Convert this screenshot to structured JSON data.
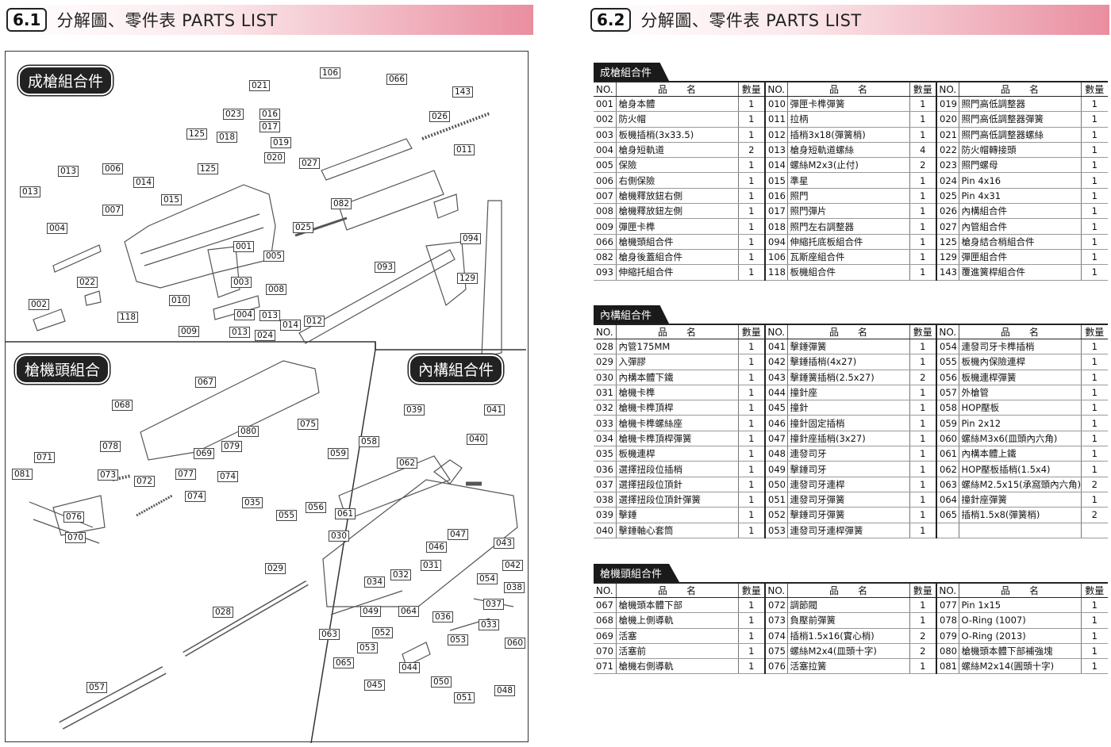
{
  "header_left": {
    "number": "6.1",
    "title": "分解圖、零件表 PARTS LIST"
  },
  "header_right": {
    "number": "6.2",
    "title": "分解圖、零件表 PARTS LIST"
  },
  "diagram": {
    "groups": [
      "成槍組合件",
      "槍機頭組合",
      "內構組合件"
    ],
    "part_labels": [
      "106",
      "066",
      "143",
      "021",
      "016",
      "017",
      "023",
      "026",
      "125",
      "018",
      "019",
      "020",
      "027",
      "011",
      "006",
      "013",
      "014",
      "125",
      "015",
      "007",
      "013",
      "004",
      "082",
      "025",
      "094",
      "001",
      "005",
      "093",
      "022",
      "003",
      "008",
      "129",
      "010",
      "002",
      "118",
      "004",
      "013",
      "014",
      "012",
      "009",
      "013",
      "024",
      "067",
      "068",
      "039",
      "041",
      "080",
      "075",
      "078",
      "079",
      "058",
      "040",
      "071",
      "069",
      "059",
      "062",
      "081",
      "073",
      "072",
      "077",
      "074",
      "074",
      "035",
      "056",
      "055",
      "061",
      "076",
      "070",
      "030",
      "047",
      "043",
      "046",
      "029",
      "031",
      "042",
      "032",
      "054",
      "034",
      "038",
      "037",
      "049",
      "064",
      "036",
      "028",
      "063",
      "052",
      "033",
      "060",
      "053",
      "053",
      "065",
      "044",
      "045",
      "050",
      "048",
      "051",
      "057"
    ]
  },
  "table_headers": {
    "no": "NO.",
    "name": "品　　名",
    "qty": "數量"
  },
  "tables": [
    {
      "title": "成槍組合件",
      "rows": [
        [
          [
            "001",
            "槍身本體",
            "1"
          ],
          [
            "010",
            "彈匣卡榫彈簧",
            "1"
          ],
          [
            "019",
            "照門高低調整器",
            "1"
          ]
        ],
        [
          [
            "002",
            "防火帽",
            "1"
          ],
          [
            "011",
            "拉柄",
            "1"
          ],
          [
            "020",
            "照門高低調整器彈簧",
            "1"
          ]
        ],
        [
          [
            "003",
            "板機插梢(3x33.5)",
            "1"
          ],
          [
            "012",
            "插梢3x18(彈簧梢)",
            "1"
          ],
          [
            "021",
            "照門高低調整器螺絲",
            "1"
          ]
        ],
        [
          [
            "004",
            "槍身短軌道",
            "2"
          ],
          [
            "013",
            "槍身短軌道螺絲",
            "4"
          ],
          [
            "022",
            "防火帽轉接頭",
            "1"
          ]
        ],
        [
          [
            "005",
            "保險",
            "1"
          ],
          [
            "014",
            "螺絲M2x3(止付)",
            "2"
          ],
          [
            "023",
            "照門螺母",
            "1"
          ]
        ],
        [
          [
            "006",
            "右側保險",
            "1"
          ],
          [
            "015",
            "準星",
            "1"
          ],
          [
            "024",
            "Pin 4x16",
            "1"
          ]
        ],
        [
          [
            "007",
            "槍機釋放鈕右側",
            "1"
          ],
          [
            "016",
            "照門",
            "1"
          ],
          [
            "025",
            "Pin 4x31",
            "1"
          ]
        ],
        [
          [
            "008",
            "槍機釋放鈕左側",
            "1"
          ],
          [
            "017",
            "照門彈片",
            "1"
          ],
          [
            "026",
            "內構組合件",
            "1"
          ]
        ],
        [
          [
            "009",
            "彈匣卡榫",
            "1"
          ],
          [
            "018",
            "照門左右調整器",
            "1"
          ],
          [
            "027",
            "內管組合件",
            "1"
          ]
        ],
        [
          [
            "066",
            "槍機頭組合件",
            "1"
          ],
          [
            "094",
            "伸縮托底板組合件",
            "1"
          ],
          [
            "125",
            "槍身結合梢組合件",
            "1"
          ]
        ],
        [
          [
            "082",
            "槍身後蓋組合件",
            "1"
          ],
          [
            "106",
            "瓦斯座組合件",
            "1"
          ],
          [
            "129",
            "彈匣組合件",
            "1"
          ]
        ],
        [
          [
            "093",
            "伸縮托組合件",
            "1"
          ],
          [
            "118",
            "板機組合件",
            "1"
          ],
          [
            "143",
            "覆進簧桿組合件",
            "1"
          ]
        ]
      ]
    },
    {
      "title": "內構組合件",
      "rows": [
        [
          [
            "028",
            "內管175MM",
            "1"
          ],
          [
            "041",
            "擊錘彈簧",
            "1"
          ],
          [
            "054",
            "連發司牙卡榫插梢",
            "1"
          ]
        ],
        [
          [
            "029",
            "入彈膠",
            "1"
          ],
          [
            "042",
            "擊錘插梢(4x27)",
            "1"
          ],
          [
            "055",
            "板機內保險連桿",
            "1"
          ]
        ],
        [
          [
            "030",
            "內構本體下鐵",
            "1"
          ],
          [
            "043",
            "擊錘簧插梢(2.5x27)",
            "2"
          ],
          [
            "056",
            "板機連桿彈簧",
            "1"
          ]
        ],
        [
          [
            "031",
            "槍機卡榫",
            "1"
          ],
          [
            "044",
            "撞針座",
            "1"
          ],
          [
            "057",
            "外槍管",
            "1"
          ]
        ],
        [
          [
            "032",
            "槍機卡榫頂桿",
            "1"
          ],
          [
            "045",
            "撞針",
            "1"
          ],
          [
            "058",
            "HOP壓板",
            "1"
          ]
        ],
        [
          [
            "033",
            "槍機卡榫螺絲座",
            "1"
          ],
          [
            "046",
            "撞針固定插梢",
            "1"
          ],
          [
            "059",
            "Pin 2x12",
            "1"
          ]
        ],
        [
          [
            "034",
            "槍機卡榫頂桿彈簧",
            "1"
          ],
          [
            "047",
            "撞針座插梢(3x27)",
            "1"
          ],
          [
            "060",
            "螺絲M3x6(皿頭內六角)",
            "1"
          ]
        ],
        [
          [
            "035",
            "板機連桿",
            "1"
          ],
          [
            "048",
            "連發司牙",
            "1"
          ],
          [
            "061",
            "內構本體上鐵",
            "1"
          ]
        ],
        [
          [
            "036",
            "選擇扭段位插梢",
            "1"
          ],
          [
            "049",
            "擊錘司牙",
            "1"
          ],
          [
            "062",
            "HOP壓板插梢(1.5x4)",
            "1"
          ]
        ],
        [
          [
            "037",
            "選擇扭段位頂針",
            "1"
          ],
          [
            "050",
            "連發司牙連桿",
            "1"
          ],
          [
            "063",
            "螺絲M2.5x15(承窩頭內六角)",
            "2"
          ]
        ],
        [
          [
            "038",
            "選擇扭段位頂針彈簧",
            "1"
          ],
          [
            "051",
            "連發司牙彈簧",
            "1"
          ],
          [
            "064",
            "撞針座彈簧",
            "1"
          ]
        ],
        [
          [
            "039",
            "擊錘",
            "1"
          ],
          [
            "052",
            "擊錘司牙彈簧",
            "1"
          ],
          [
            "065",
            "插梢1.5x8(彈簧梢)",
            "2"
          ]
        ],
        [
          [
            "040",
            "擊錘軸心套筒",
            "1"
          ],
          [
            "053",
            "連發司牙連桿彈簧",
            "1"
          ],
          [
            "",
            "",
            ""
          ]
        ]
      ]
    },
    {
      "title": "槍機頭組合件",
      "rows": [
        [
          [
            "067",
            "槍機頭本體下部",
            "1"
          ],
          [
            "072",
            "調節閥",
            "1"
          ],
          [
            "077",
            "Pin 1x15",
            "1"
          ]
        ],
        [
          [
            "068",
            "槍機上側導軌",
            "1"
          ],
          [
            "073",
            "負壓前彈簧",
            "1"
          ],
          [
            "078",
            "O-Ring (1007)",
            "1"
          ]
        ],
        [
          [
            "069",
            "活塞",
            "1"
          ],
          [
            "074",
            "插梢1.5x16(實心梢)",
            "2"
          ],
          [
            "079",
            "O-Ring (2013)",
            "1"
          ]
        ],
        [
          [
            "070",
            "活塞前",
            "1"
          ],
          [
            "075",
            "螺絲M2x4(皿頭十字)",
            "2"
          ],
          [
            "080",
            "槍機頭本體下部補強塊",
            "1"
          ]
        ],
        [
          [
            "071",
            "槍機右側導軌",
            "1"
          ],
          [
            "076",
            "活塞拉簧",
            "1"
          ],
          [
            "081",
            "螺絲M2x14(圓頭十字)",
            "1"
          ]
        ]
      ]
    }
  ]
}
